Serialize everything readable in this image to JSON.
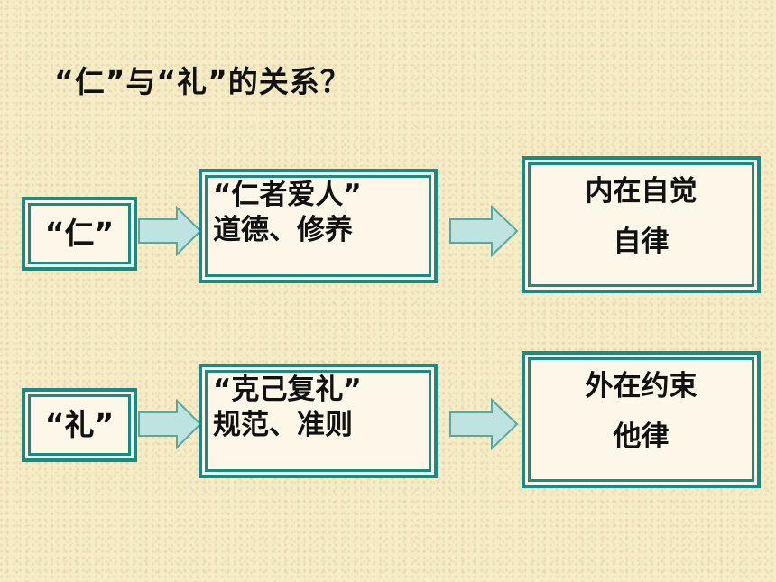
{
  "title": "“仁”与“礼”的关系？",
  "rows": [
    {
      "label": "“仁”",
      "middle_line1": "“仁者爱人”",
      "middle_line2": "道德、修养",
      "right_line1": "内在自觉",
      "right_line2": "自律"
    },
    {
      "label": "“礼”",
      "middle_line1": "“克己复礼”",
      "middle_line2": "规范、准则",
      "right_line1": "外在约束",
      "right_line2": "他律"
    }
  ],
  "colors": {
    "border": "#1b8a82",
    "arrow_fill": "#bfe3e0",
    "arrow_stroke": "#5aa7a1",
    "background": "#f6ecc6"
  }
}
